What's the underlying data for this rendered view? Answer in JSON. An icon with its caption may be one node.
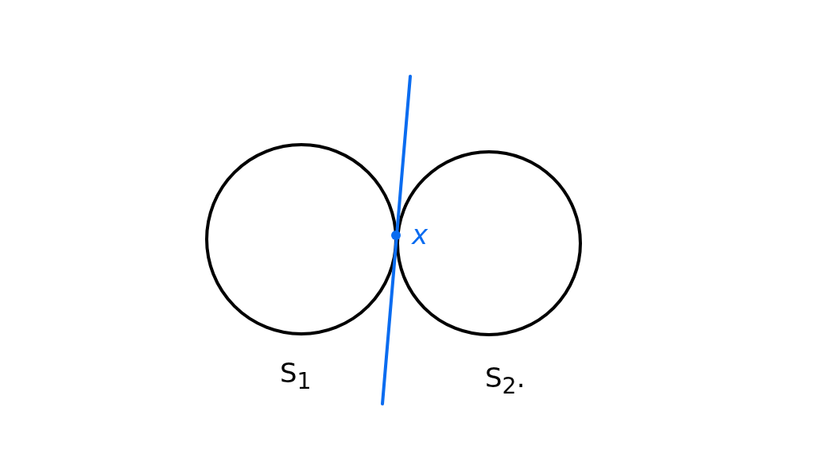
{
  "diagram": {
    "labels": [
      "S$_{1}$",
      "S$_{2}$.",
      "x"
    ]
  }
}
